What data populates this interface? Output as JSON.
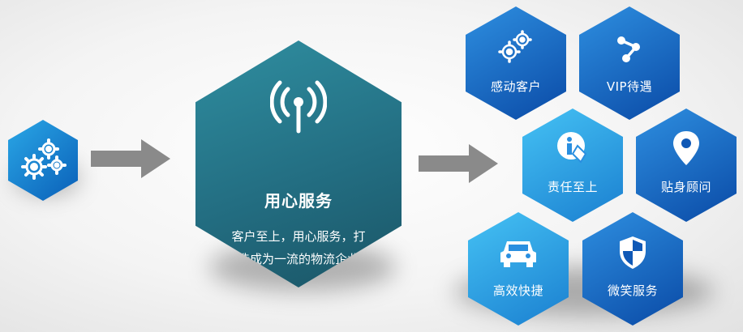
{
  "main": {
    "title": "用心服务",
    "desc_line1": "客户至上，用心服务，打",
    "desc_line2": "造成为一流的物流企业"
  },
  "items": [
    {
      "label": "感动客户",
      "icon": "gears-icon"
    },
    {
      "label": "VIP待遇",
      "icon": "share-icon"
    },
    {
      "label": "责任至上",
      "icon": "info-pencil-icon"
    },
    {
      "label": "贴身顾问",
      "icon": "map-pin-icon"
    },
    {
      "label": "高效快捷",
      "icon": "car-icon"
    },
    {
      "label": "微笑服务",
      "icon": "shield-icon"
    }
  ],
  "colors": {
    "teal_dark": "#1f5c6e",
    "teal_light": "#2f8ea0",
    "blue_dark": "#0a4aa6",
    "blue_light": "#2a8fe0",
    "cyan": "#3fb0ea",
    "arrow": "#8a8a8a"
  }
}
